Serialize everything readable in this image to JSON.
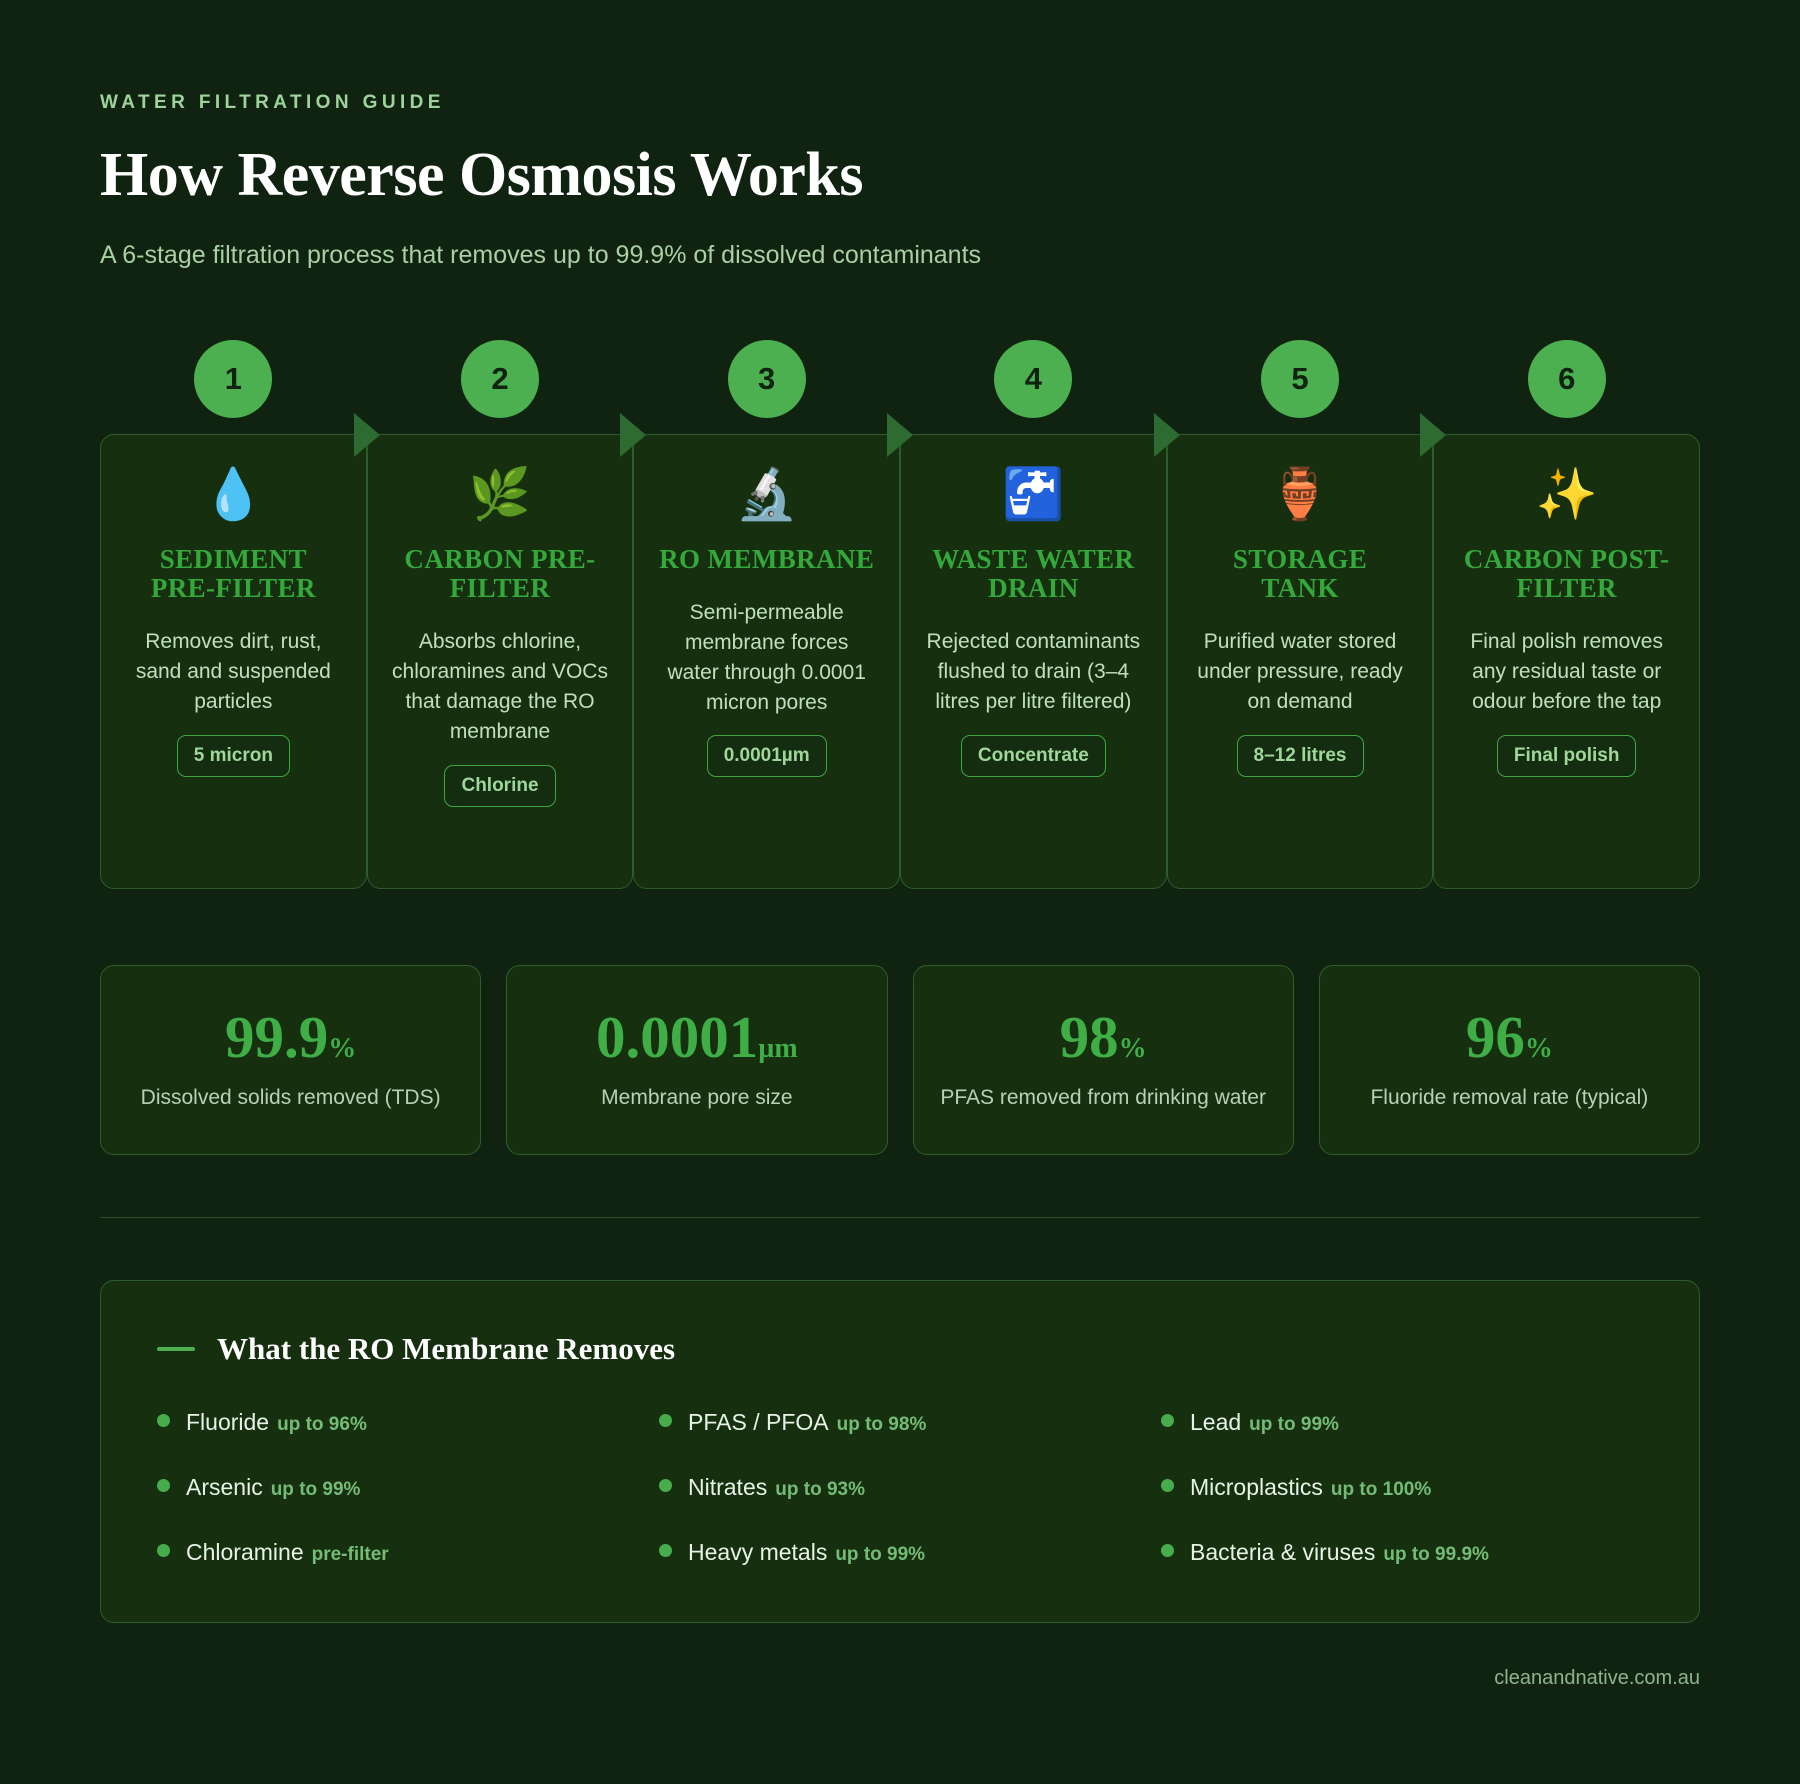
{
  "header": {
    "eyebrow": "WATER FILTRATION GUIDE",
    "title": "How Reverse Osmosis Works",
    "subtitle": "A 6-stage filtration process that removes up to 99.9% of dissolved contaminants"
  },
  "colors": {
    "background": "#0f2310",
    "card": "#16300f",
    "border": "#2f5c2d",
    "accent": "#4caf50",
    "title_green": "#35a83c",
    "body_text": "#bfe0b8"
  },
  "steps": [
    {
      "number": "1",
      "icon": "💧",
      "icon_name": "water-droplet-icon",
      "title": "SEDIMENT PRE-FILTER",
      "desc": "Removes dirt, rust, sand and suspended particles",
      "pill": "5 micron"
    },
    {
      "number": "2",
      "icon": "🌿",
      "icon_name": "herb-leaf-icon",
      "title": "CARBON PRE-FILTER",
      "desc": "Absorbs chlorine, chloramines and VOCs that damage the RO membrane",
      "pill": "Chlorine"
    },
    {
      "number": "3",
      "icon": "🔬",
      "icon_name": "microscope-icon",
      "title": "RO MEMBRANE",
      "desc": "Semi-permeable membrane forces water through 0.0001 micron pores",
      "pill": "0.0001µm"
    },
    {
      "number": "4",
      "icon": "🚰",
      "icon_name": "tap-water-icon",
      "title": "WASTE WATER DRAIN",
      "desc": "Rejected contaminants flushed to drain (3–4 litres per litre filtered)",
      "pill": "Concentrate"
    },
    {
      "number": "5",
      "icon": "🏺",
      "icon_name": "amphora-tank-icon",
      "title": "STORAGE TANK",
      "desc": "Purified water stored under pressure, ready on demand",
      "pill": "8–12 litres"
    },
    {
      "number": "6",
      "icon": "✨",
      "icon_name": "sparkles-icon",
      "title": "CARBON POST-FILTER",
      "desc": "Final polish removes any residual taste or odour before the tap",
      "pill": "Final polish"
    }
  ],
  "stats": [
    {
      "value": "99.9",
      "unit": "%",
      "label": "Dissolved solids removed (TDS)"
    },
    {
      "value": "0.0001",
      "unit": "µm",
      "label": "Membrane pore size"
    },
    {
      "value": "98",
      "unit": "%",
      "label": "PFAS removed from drinking water"
    },
    {
      "value": "96",
      "unit": "%",
      "label": "Fluoride removal rate (typical)"
    }
  ],
  "removes_panel": {
    "title": "What the RO Membrane Removes",
    "items": [
      {
        "name": "Fluoride",
        "note": "up to 96%"
      },
      {
        "name": "PFAS / PFOA",
        "note": "up to 98%"
      },
      {
        "name": "Lead",
        "note": "up to 99%"
      },
      {
        "name": "Arsenic",
        "note": "up to 99%"
      },
      {
        "name": "Nitrates",
        "note": "up to 93%"
      },
      {
        "name": "Microplastics",
        "note": "up to 100%"
      },
      {
        "name": "Chloramine",
        "note": "pre-filter"
      },
      {
        "name": "Heavy metals",
        "note": "up to 99%"
      },
      {
        "name": "Bacteria & viruses",
        "note": "up to 99.9%"
      }
    ]
  },
  "footer": {
    "source": "cleanandnative.com.au"
  }
}
